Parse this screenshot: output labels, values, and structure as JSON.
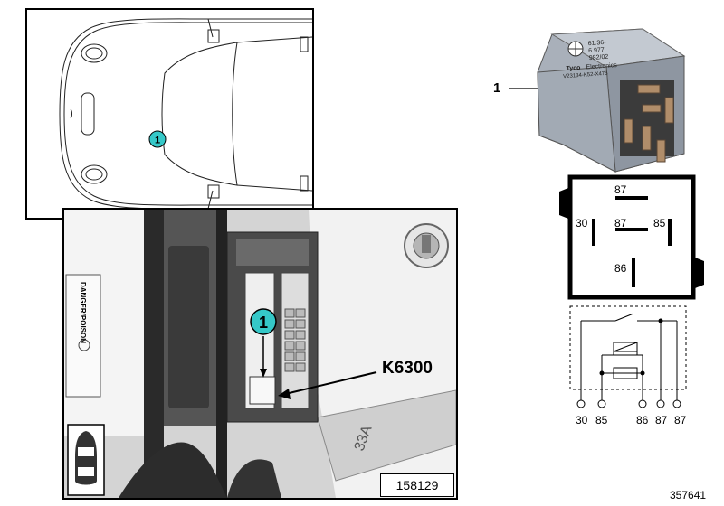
{
  "colors": {
    "callout_fill": "#35c8c8",
    "relay_body": "#a9b0ba",
    "line": "#000000"
  },
  "car_view": {
    "callout_number": "1"
  },
  "photo": {
    "callout_number": "1",
    "component_label": "K6300",
    "photo_number": "158129",
    "warning_sticker_text": "DANGER/POISON"
  },
  "relay_photo": {
    "part_ref": "1",
    "label_lines": [
      "61.36-",
      "6 977",
      "982/02",
      "Tyco",
      "Electronics",
      "V23134-K52-X476"
    ]
  },
  "pinout": {
    "pins": [
      {
        "name": "87",
        "pos": "top"
      },
      {
        "name": "30",
        "pos": "left"
      },
      {
        "name": "87",
        "pos": "center"
      },
      {
        "name": "85",
        "pos": "right"
      },
      {
        "name": "86",
        "pos": "bottom"
      }
    ]
  },
  "schematic": {
    "terminals": [
      "30",
      "85",
      "86",
      "87",
      "87"
    ]
  },
  "document_number": "357641"
}
